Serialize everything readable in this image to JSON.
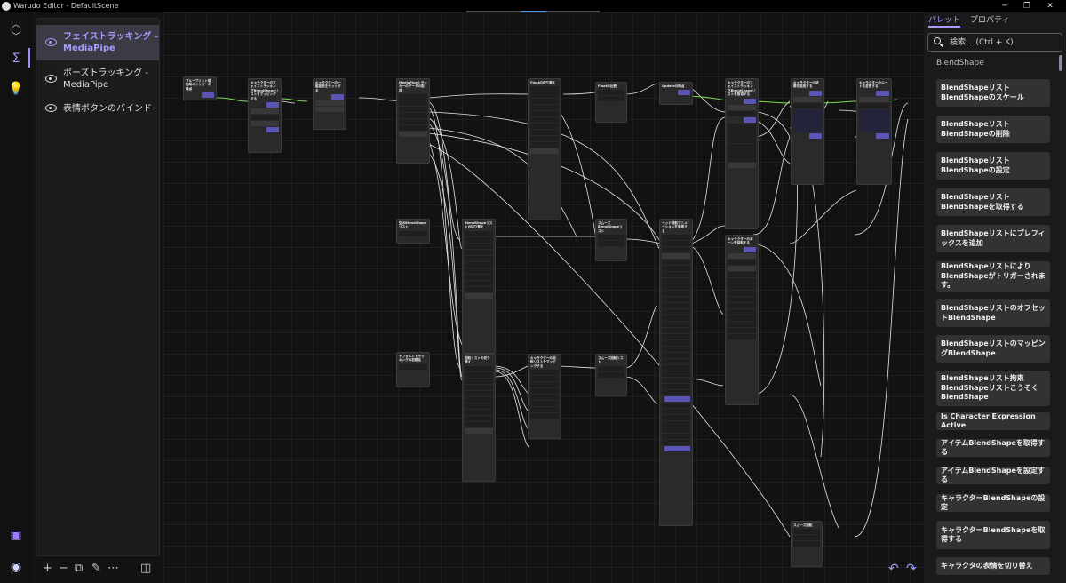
{
  "window": {
    "title": "Warudo Editor - DefaultScene",
    "minimize": "─",
    "maximize": "❐",
    "close": "✕"
  },
  "rail": {
    "items": [
      {
        "name": "scene-icon",
        "glyph": "⬡"
      },
      {
        "name": "blueprint-icon",
        "glyph": "Σ"
      },
      {
        "name": "idea-icon",
        "glyph": "💡"
      }
    ],
    "bottom": [
      {
        "name": "twitch-icon",
        "glyph": "▣"
      },
      {
        "name": "account-icon",
        "glyph": "◉"
      }
    ]
  },
  "scene_list": {
    "items": [
      {
        "label": "フェイストラッキング - MediaPipe",
        "selected": true
      },
      {
        "label": "ポーズトラッキング - MediaPipe",
        "selected": false
      },
      {
        "label": "表情ボタンのバインド",
        "selected": false
      }
    ]
  },
  "bottom_toolbar": {
    "add": "+",
    "remove": "−",
    "duplicate": "⧉",
    "rename": "✎",
    "more": "⋯",
    "panel": "◫"
  },
  "canvas": {
    "undo": "↶",
    "redo": "↷"
  },
  "nodes": [
    {
      "id": "n1",
      "title": "ブループリント開始時のトリガーの時点"
    },
    {
      "id": "n2",
      "title": "キャラクターのフェイストラッキングBlendShapeリストをマッピングする"
    },
    {
      "id": "n3",
      "title": "キャラクターの一般設定をセットする"
    },
    {
      "id": "n4",
      "title": "MediaPipeトラッカーのデータの取得"
    },
    {
      "id": "n5",
      "title": "Floatの切り替え"
    },
    {
      "id": "n6",
      "title": "Floatの比較"
    },
    {
      "id": "n7",
      "title": "Updateの時点"
    },
    {
      "id": "n8",
      "title": "キャラクターのフェイストラッキングBlendShapeリストを取得する"
    },
    {
      "id": "n9",
      "title": "キャラクターの状態を設定する"
    },
    {
      "id": "n10",
      "title": "キャラクターのルートを変更する"
    },
    {
      "id": "n11",
      "title": "空のBlendShapeリスト"
    },
    {
      "id": "n12",
      "title": "BlendShapeリストの切り替え"
    },
    {
      "id": "n13",
      "title": "スムーズBlendShapeリスト"
    },
    {
      "id": "n14",
      "title": "ヘッド回転アニメーションを適用する"
    },
    {
      "id": "n15",
      "title": "キャラクターのボーンを回転する"
    },
    {
      "id": "n16",
      "title": "デフォルトトラッキングの初期化"
    },
    {
      "id": "n17",
      "title": "回転リストの切り替え"
    },
    {
      "id": "n18",
      "title": "キャラクターの回転リストをマッピングする"
    },
    {
      "id": "n19",
      "title": "スムーズ回転リスト"
    },
    {
      "id": "n20",
      "title": "スムーズ回転"
    }
  ],
  "right_panel": {
    "tabs": [
      {
        "label": "パレット",
        "active": true
      },
      {
        "label": "プロパティ",
        "active": false
      }
    ],
    "search": {
      "placeholder": "検索... (Ctrl + K)",
      "value": ""
    },
    "category": "BlendShape",
    "items": [
      "BlendShapeリストBlendShapeのスケール",
      "BlendShapeリストBlendShapeの削除",
      "BlendShapeリストBlendShapeの設定",
      "BlendShapeリストBlendShapeを取得する",
      "BlendShapeリストにプレフィックスを追加",
      "BlendShapeリストによりBlendShapeがトリガーされます。",
      "BlendShapeリストのオフセットBlendShape",
      "BlendShapeリストのマッピングBlendShape",
      "BlendShapeリスト拘束BlendShapeリストこうそくBlendShape",
      "Is Character Expression Active",
      "アイテムBlendShapeを取得する",
      "アイテムBlendShapeを設定する",
      "キャラクターBlendShapeの設定",
      "キャラクターBlendShapeを取得する",
      "キャラクタの表情を切り替え"
    ]
  },
  "colors": {
    "accent": "#a99cff",
    "selected_bg": "#3b3b46",
    "panel_bg": "#1c1c1c",
    "node_bg": "#2a2a2a",
    "wire_white": "#e6e6e6",
    "wire_green": "#7ed957"
  }
}
